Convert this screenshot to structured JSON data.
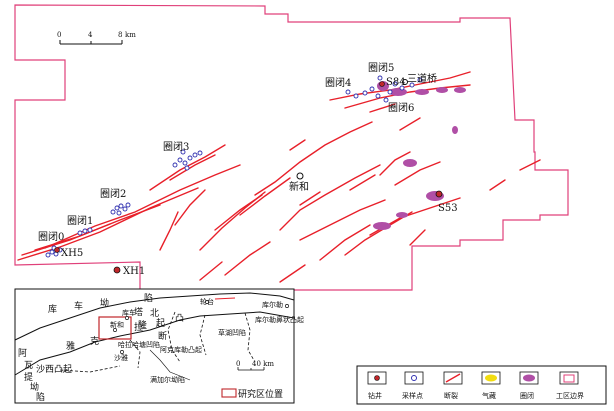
{
  "scale_bar": {
    "ticks": [
      "0",
      "4",
      "8"
    ],
    "unit": "km"
  },
  "closures": [
    {
      "label": "圈闭0"
    },
    {
      "label": "圈闭1"
    },
    {
      "label": "圈闭2"
    },
    {
      "label": "圈闭3"
    },
    {
      "label": "圈闭4"
    },
    {
      "label": "圈闭5"
    },
    {
      "label": "圈闭6"
    }
  ],
  "wells": [
    {
      "label": "XH5"
    },
    {
      "label": "XH1"
    },
    {
      "label": "新和"
    },
    {
      "label": "S53"
    },
    {
      "label": "S84"
    },
    {
      "label": "三道桥"
    }
  ],
  "inset": {
    "regions": [
      "库",
      "车",
      "坳",
      "陷",
      "塔",
      "北",
      "隆",
      "起",
      "断",
      "凸",
      "拉",
      "克",
      "雅",
      "阿",
      "瓦",
      "提",
      "坳",
      "陷",
      "沙西凸起",
      "哈拉哈塘凹陷",
      "阿克库勒凸起",
      "草湖凹陷",
      "库尔勒鼻状凸起",
      "满加尔坳陷"
    ],
    "towns": [
      "库车",
      "新和",
      "沙雅",
      "轮台",
      "库尔勒"
    ],
    "scale_ticks": [
      "0",
      "40 km"
    ],
    "study_area_label": "研究区位置"
  },
  "legend": {
    "items": [
      {
        "label": "钻井"
      },
      {
        "label": "采样点"
      },
      {
        "label": "断裂"
      },
      {
        "label": "气藏"
      },
      {
        "label": "圈闭"
      },
      {
        "label": "工区边界"
      }
    ]
  },
  "colors": {
    "boundary": "#e0407a",
    "fault": "#e8202a",
    "closure_fill": "#b04fa6",
    "sample_point": "#3030b0",
    "gas_pool": "#f2dc10",
    "well_fill": "#c0262a"
  }
}
